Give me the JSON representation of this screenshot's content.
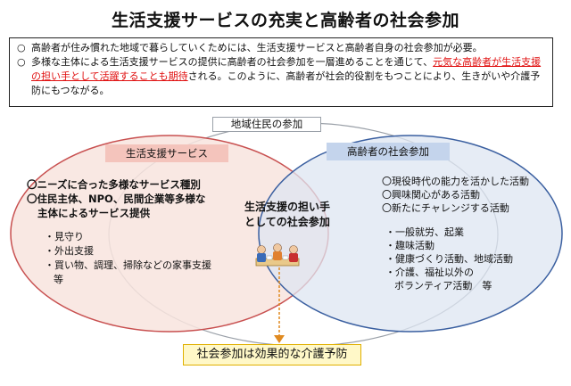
{
  "title": "生活支援サービスの充実と高齢者の社会参加",
  "intro": {
    "bullet": "○",
    "line1": "高齢者が住み慣れた地域で暮らしていくためには、生活支援サービスと高齢者自身の社会参加が必要。",
    "line2_before": "多様な主体による生活支援サービスの提供に高齢者の社会参加を一層進めることを通じて、",
    "line2_highlight": "元気な高齢者が生活支援の担い手として活躍することも期待",
    "line2_after": "される。このように、高齢者が社会的役割をもつことにより、生きがいや介護予防にもつながる。"
  },
  "outer_label": "地域住民の参加",
  "left_circle": {
    "label": "生活支援サービス",
    "point1": "〇ニーズに合った多様なサービス種別",
    "point2_l1": "〇住民主体、NPO、民間企業等多様な",
    "point2_l2": "主体によるサービス提供",
    "items": [
      "・見守り",
      "・外出支援",
      "・買い物、調理、掃除などの家事支援",
      "等"
    ]
  },
  "right_circle": {
    "label": "高齢者の社会参加",
    "points": [
      "〇現役時代の能力を活かした活動",
      "〇興味関心がある活動",
      "〇新たにチャレンジする活動"
    ],
    "items": [
      "・一般就労、起業",
      "・趣味活動",
      "・健康づくり活動、地域活動",
      "・介護、福祉以外の",
      "ボランティア活動　等"
    ]
  },
  "center": {
    "line1": "生活支援の担い手",
    "line2": "としての社会参加"
  },
  "footer": "社会参加は効果的な介護予防",
  "colors": {
    "left_fill": "#f8e4de",
    "left_stroke": "#c85050",
    "right_fill": "#dde6f2",
    "right_stroke": "#3a5fa0",
    "left_label_bg": "#f4c4bc",
    "right_label_bg": "#c4d4ec",
    "arrow": "#e08a20"
  },
  "icons": [
    "people-meeting-icon"
  ]
}
